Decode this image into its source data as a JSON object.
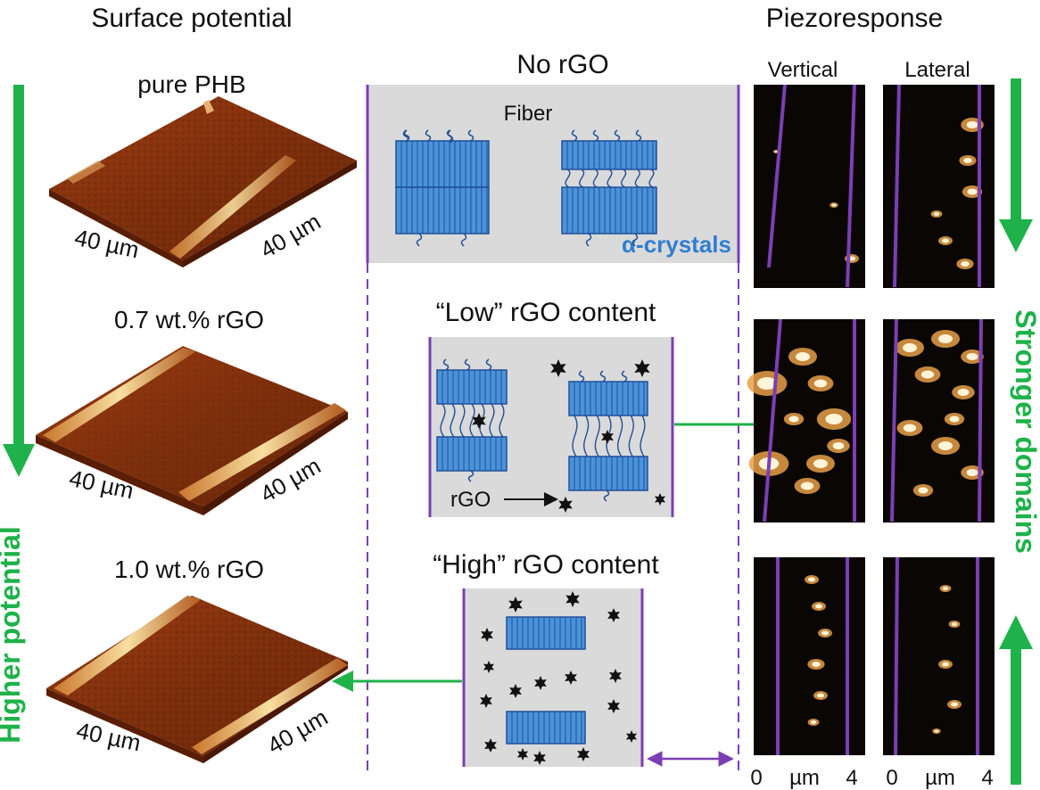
{
  "headers": {
    "surface": "Surface potential",
    "piezo": "Piezoresponse",
    "vertical": "Vertical",
    "lateral": "Lateral"
  },
  "samples": [
    {
      "label": "pure PHB",
      "axis_x": "40 µm",
      "axis_y": "40 µm"
    },
    {
      "label": "0.7 wt.% rGO",
      "axis_x": "40 µm",
      "axis_y": "40 µm"
    },
    {
      "label": "1.0 wt.% rGO",
      "axis_x": "40 µm",
      "axis_y": "40 µm"
    }
  ],
  "schematics": {
    "none_title": "No rGO",
    "fiber_label": "Fiber",
    "crystals_label": "α-crystals",
    "low_title": "“Low” rGO content",
    "rgo_label": "rGO",
    "high_title": "“High” rGO content"
  },
  "trends": {
    "left": "Higher potential",
    "right": "Stronger domains"
  },
  "pfm_axis": {
    "start": "0",
    "unit": "µm",
    "end": "4"
  },
  "colors": {
    "green": "#1fb24a",
    "purple": "#7b3fb5",
    "crystal": "#4b93d9",
    "crystal_dark": "#1f4f99",
    "panel": "#dadada",
    "afm": "#8a3510"
  }
}
